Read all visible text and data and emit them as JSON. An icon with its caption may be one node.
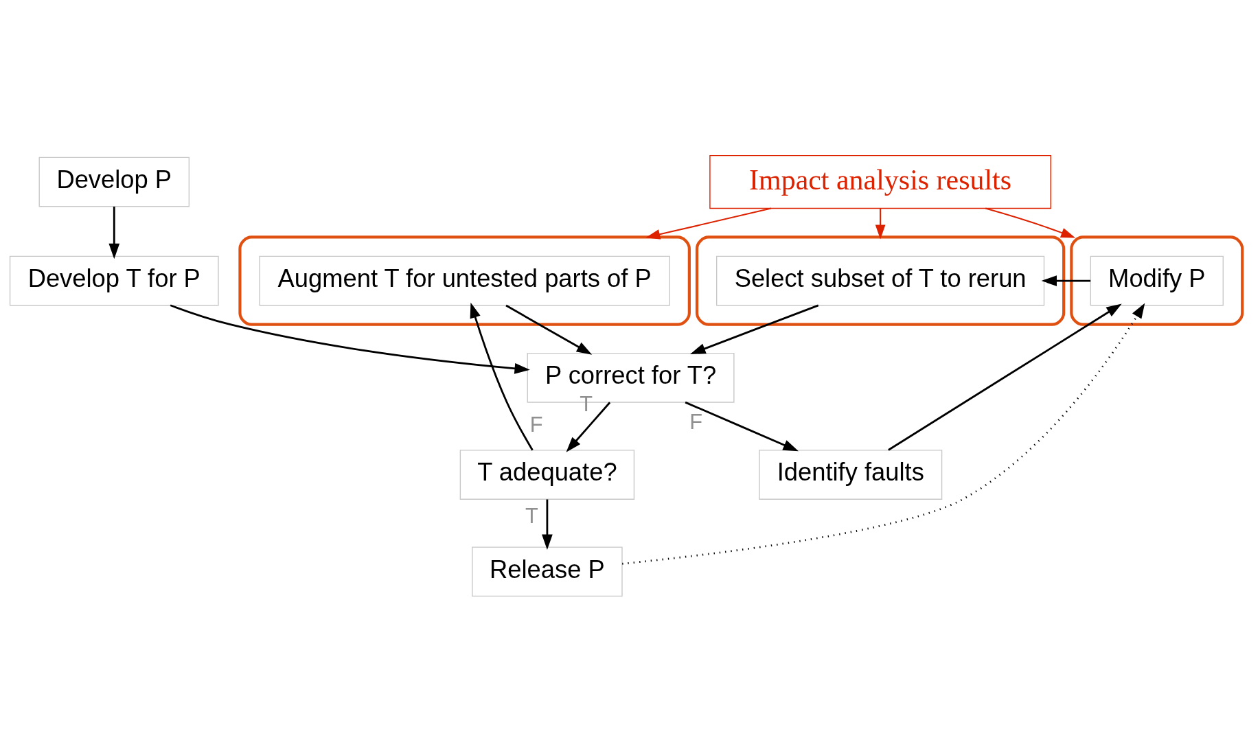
{
  "diagram": {
    "nodes": [
      {
        "text": [
          "Impact analysis results"
        ]
      },
      {
        "text": [
          "Develop P"
        ]
      },
      {
        "text": [
          "Develop T for P"
        ]
      },
      {
        "text": [],
        "shape": "ellipse"
      },
      {
        "text": [
          "Augment T for untested parts of P"
        ],
        "in": 3
      },
      {
        "text": [],
        "shape": "ellipse"
      },
      {
        "text": [
          "Modify P"
        ],
        "in": 5
      },
      {
        "text": [],
        "shape": "ellipse"
      },
      {
        "text": [
          "Select subset of T to rerun"
        ],
        "in": 7
      },
      {
        "text": [
          "P correct for T?"
        ]
      },
      {
        "text": [
          "Identify faults"
        ]
      },
      {
        "text": [
          "T adequate?"
        ]
      },
      {
        "text": [
          "Release P"
        ]
      }
    ],
    "edges": [
      {
        "from": 0,
        "to": 5,
        "arrow": "to",
        "color": "#dd2200"
      },
      {
        "from": 0,
        "to": 7,
        "arrow": "to",
        "color": "#dd2200"
      },
      {
        "from": 0,
        "to": 3,
        "arrow": "to",
        "color": "#dd2200"
      },
      {
        "from": 1,
        "to": 2,
        "arrow": "to"
      },
      {
        "from": 2,
        "to": 9,
        "arrow": "to"
      },
      {
        "from": 4,
        "to": 9,
        "arrow": "to"
      },
      {
        "from": 6,
        "to": 8,
        "arrow": "to"
      },
      {
        "from": 8,
        "to": 9,
        "arrow": "to"
      },
      {
        "from": 9,
        "to": 11,
        "arrow": "to",
        "label": "T"
      },
      {
        "from": 9,
        "to": 10,
        "arrow": "to",
        "label": "F"
      },
      {
        "from": 10,
        "to": 6,
        "arrow": "to"
      },
      {
        "from": 11,
        "to": 4,
        "arrow": "to",
        "label": "F"
      },
      {
        "from": 11,
        "to": 12,
        "arrow": "to",
        "label": "T"
      },
      {
        "from": 12,
        "to": 6,
        "arrow": "to",
        "style": "dashed"
      }
    ]
  }
}
